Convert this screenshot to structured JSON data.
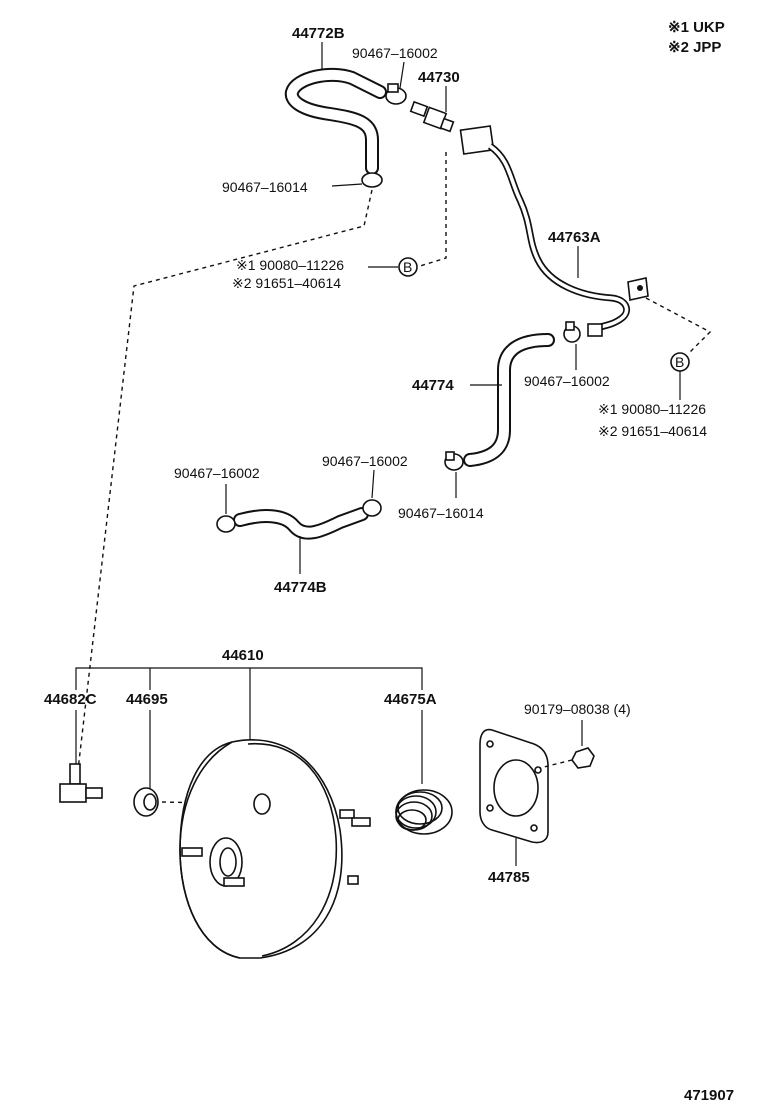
{
  "legend": {
    "note1": "※1 UKP",
    "note2": "※2 JPP"
  },
  "labels": {
    "p44772B": "44772B",
    "p90467_16002_top": "90467–16002",
    "p44730": "44730",
    "p90467_16014_top": "90467–16014",
    "p44763A": "44763A",
    "star1_left": "※1 90080–11226",
    "star2_left": "※2  91651–40614",
    "callout_b": "B",
    "p44774": "44774",
    "p90467_16002_mid": "90467–16002",
    "star1_right": "※1  90080–11226",
    "star2_right": "※2  91651–40614",
    "p90467_16002_left": "90467–16002",
    "p90467_16002_center": "90467–16002",
    "p90467_16014_mid": "90467–16014",
    "p44774B": "44774B",
    "p44610": "44610",
    "p44682C": "44682C",
    "p44695": "44695",
    "p44675A": "44675A",
    "p90179_08038": "90179–08038 (4)",
    "p44785": "44785",
    "diagram_no": "471907"
  }
}
